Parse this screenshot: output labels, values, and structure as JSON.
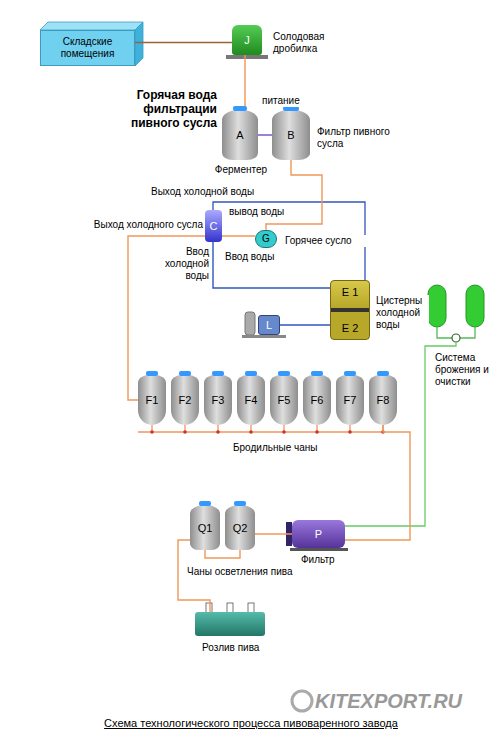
{
  "diagram": {
    "caption": "Схема технологического процесса пивоваренного завода",
    "nodes": [
      {
        "text": [
          "Складские помещения"
        ]
      },
      {
        "text": [
          "J",
          "Солодовая дробилка"
        ]
      },
      {
        "text": [
          "A",
          "Ферментер"
        ]
      },
      {
        "text": [
          "B",
          "Фильтр пивного сусла"
        ]
      },
      {
        "text": [
          "C"
        ]
      },
      {
        "text": [
          "G",
          "Горячее сусло"
        ]
      },
      {
        "text": [
          "E 1",
          "E 2",
          "Цистерны холодной воды"
        ]
      },
      {
        "text": [
          "L"
        ]
      },
      {
        "text": [
          "F1"
        ]
      },
      {
        "text": [
          "F2"
        ]
      },
      {
        "text": [
          "F3"
        ]
      },
      {
        "text": [
          "F4"
        ]
      },
      {
        "text": [
          "F5"
        ]
      },
      {
        "text": [
          "F6"
        ]
      },
      {
        "text": [
          "F7"
        ]
      },
      {
        "text": [
          "F8"
        ]
      },
      {
        "text": [
          "Q1"
        ]
      },
      {
        "text": [
          "Q2"
        ]
      },
      {
        "text": [
          "P",
          "Фильтр"
        ]
      },
      {
        "text": [
          "Розлив пива"
        ]
      }
    ],
    "edges": [
      {
        "from": 0,
        "to": 1,
        "arrow": "none"
      },
      {
        "from": 1,
        "to": 2,
        "arrow": "none"
      },
      {
        "from": 2,
        "to": 3,
        "arrow": "none"
      },
      {
        "from": 3,
        "to": 5,
        "arrow": "none"
      },
      {
        "from": 5,
        "to": 4,
        "arrow": "none"
      },
      {
        "from": 6,
        "to": 4,
        "arrow": "none"
      },
      {
        "from": 7,
        "to": 6,
        "arrow": "none"
      },
      {
        "from": 4,
        "to": 8,
        "arrow": "none"
      },
      {
        "from": 15,
        "to": 18,
        "arrow": "none"
      },
      {
        "from": 18,
        "to": 17,
        "arrow": "none"
      },
      {
        "from": 17,
        "to": 16,
        "arrow": "none"
      },
      {
        "from": 16,
        "to": 19,
        "arrow": "none"
      }
    ],
    "labels": [
      "Горячая вода фильтрации пивного сусла",
      "питание",
      "Выход холодной воды",
      "вывод воды",
      "Выход холодного сусла",
      "Ввод холодной воды",
      "Ввод воды",
      "Система брожения и очистки",
      "Бродильные чаны",
      "Чаны осветления пива",
      "KITEXPORT.RU"
    ]
  }
}
